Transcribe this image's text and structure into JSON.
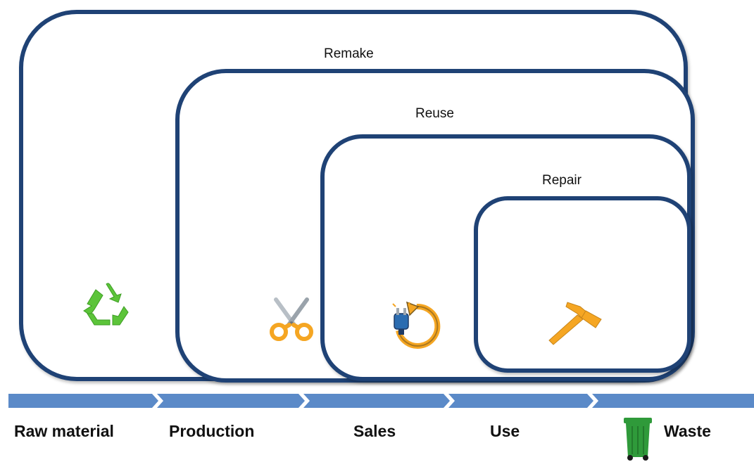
{
  "loops": {
    "remake": "Remake",
    "reuse": "Reuse",
    "repair": "Repair"
  },
  "stages": {
    "raw_material": "Raw material",
    "production": "Production",
    "sales": "Sales",
    "use": "Use",
    "waste": "Waste"
  },
  "icons": {
    "raw_material": "recycle-icon",
    "production": "scissors-icon",
    "sales": "plug-refresh-icon",
    "use": "hammer-icon",
    "waste": "wheelie-bin-icon"
  },
  "colors": {
    "loop_border": "#1f4275",
    "timeline": "#5b8ac8",
    "recycle": "#5cc43a",
    "tools": "#f5a623",
    "bin": "#2f9a3a"
  }
}
